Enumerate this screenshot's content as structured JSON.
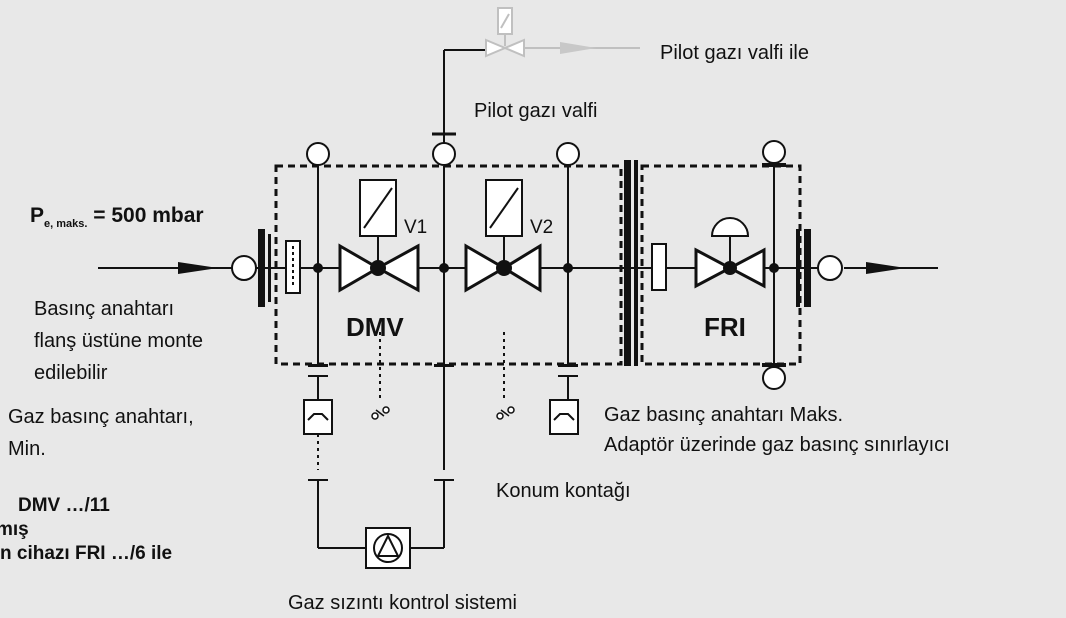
{
  "labels": {
    "pilot_valve_with": "Pilot gazı valfi ile",
    "pilot_valve": "Pilot gazı valfi",
    "pressure_main": "P",
    "pressure_sub": "e, maks.",
    "pressure_value": " = 500 mbar",
    "v1": "V1",
    "v2": "V2",
    "dmv": "DMV",
    "fri": "FRI",
    "flange_note": [
      "Basınç anahtarı",
      "flanş üstüne monte",
      "edilebilir"
    ],
    "min_switch": [
      "Gaz basınç anahtarı,",
      "Min."
    ],
    "max_switch": [
      "Gaz basınç anahtarı Maks.",
      "Adaptör üzerinde gaz basınç sınırlayıcı"
    ],
    "position_contact": "Konum kontağı",
    "leak_control": "Gaz sızıntı kontrol sistemi",
    "bottom_left": [
      "DMV …/11",
      "mış",
      "n cihazı FRI …/6 ile"
    ]
  },
  "colors": {
    "background": "#e8e8e8",
    "line": "#111111",
    "pilot": "#c8c8c8"
  }
}
